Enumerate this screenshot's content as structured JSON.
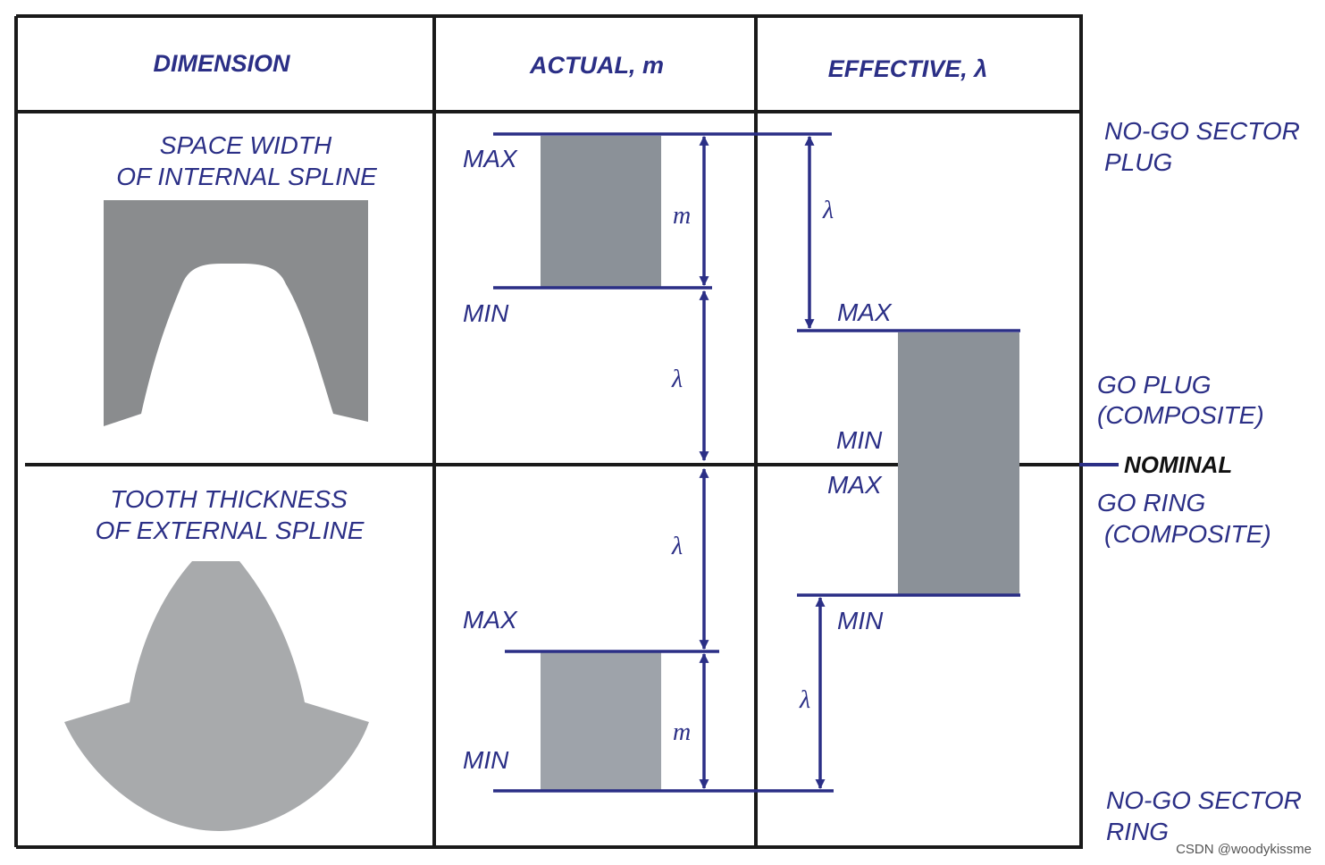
{
  "headers": {
    "dimension": "DIMENSION",
    "actual": "ACTUAL,  m",
    "effective": "EFFECTIVE,  λ"
  },
  "internal_label": [
    "SPACE WIDTH",
    "OF INTERNAL SPLINE"
  ],
  "external_label": [
    "TOOTH THICKNESS",
    "OF EXTERNAL SPLINE"
  ],
  "actual_labels": {
    "top_max": "MAX",
    "top_min": "MIN",
    "bottom_max": "MAX",
    "bottom_min": "MIN",
    "m_top": "m",
    "lambda_top": "λ",
    "lambda_bottom": "λ",
    "m_bottom": "m"
  },
  "effective_labels": {
    "lambda_top": "λ",
    "upper_max": "MAX",
    "upper_min": "MIN",
    "lower_max": "MAX",
    "lower_min": "MIN",
    "lambda_bottom": "λ"
  },
  "gauges": {
    "no_go_plug": [
      "NO-GO SECTOR",
      "PLUG"
    ],
    "go_plug": [
      "GO PLUG",
      "(COMPOSITE)"
    ],
    "nominal": "NOMINAL",
    "go_ring": [
      "GO RING",
      "(COMPOSITE)"
    ],
    "no_go_ring": [
      "NO-GO SECTOR",
      "RING"
    ]
  },
  "watermark": "CSDN @woodykissme",
  "colors": {
    "text_navy": "#2b2f86",
    "frame": "#1a1a1a",
    "internal_fill": "#8a8c8e",
    "external_fill": "#a8aaac",
    "band_dark": "#8b9198",
    "band_light": "#9ea3aa"
  }
}
